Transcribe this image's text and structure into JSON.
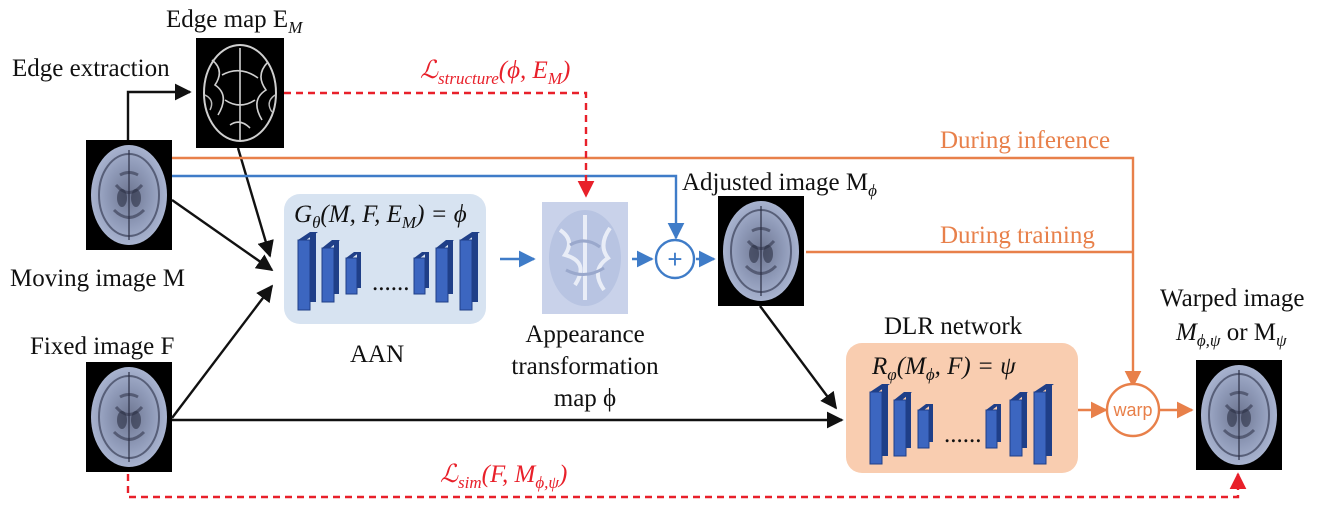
{
  "labels": {
    "edge_map": "Edge map E",
    "edge_map_sub": "M",
    "edge_extraction": "Edge extraction",
    "moving_image": "Moving image M",
    "fixed_image": "Fixed image F",
    "aan": "AAN",
    "appearance_line1": "Appearance",
    "appearance_line2": "transformation",
    "appearance_line3": "map ϕ",
    "adjusted_image": "Adjusted image M",
    "adjusted_sub": "ϕ",
    "during_inference": "During inference",
    "during_training": "During training",
    "dlr_network": "DLR network",
    "warped_line1": "Warped image",
    "warped_m": "M",
    "warped_sub": "ϕ,ψ",
    "warped_or": " or M",
    "warped_or_sub": "ψ",
    "warp": "warp",
    "plus": "+"
  },
  "equations": {
    "aan_G": "G",
    "aan_G_sub": "θ",
    "aan_rest": "(M, F, E",
    "aan_E_sub": "M",
    "aan_end": ") = ϕ",
    "dlr_R": "R",
    "dlr_R_sub": "φ",
    "dlr_open": "(M",
    "dlr_M_sub": "ϕ",
    "dlr_end": ", F) = ψ",
    "loss_structure": "ℒ",
    "loss_structure_sub": "structure",
    "loss_structure_args": "(ϕ, E",
    "loss_structure_args_sub": "M",
    "loss_structure_close": ")",
    "loss_sim": "ℒ",
    "loss_sim_sub": "sim",
    "loss_sim_args": "(F, M",
    "loss_sim_args_sub": "ϕ,ψ",
    "loss_sim_close": ")"
  },
  "colors": {
    "black_arrow": "#111111",
    "blue_arrow": "#3F7CC8",
    "orange_arrow": "#E8804A",
    "red_loss": "#E8202A",
    "aan_box": "#D7E3F1",
    "dlr_box": "#F9CDB0",
    "block_fill": "#3C66C0",
    "block_dark": "#1F3F88"
  },
  "icons": {
    "brain": "brain-mri-icon",
    "edge": "edge-map-icon",
    "appearance": "appearance-map-icon",
    "plus": "plus-circle-icon",
    "warp": "warp-circle-icon"
  }
}
